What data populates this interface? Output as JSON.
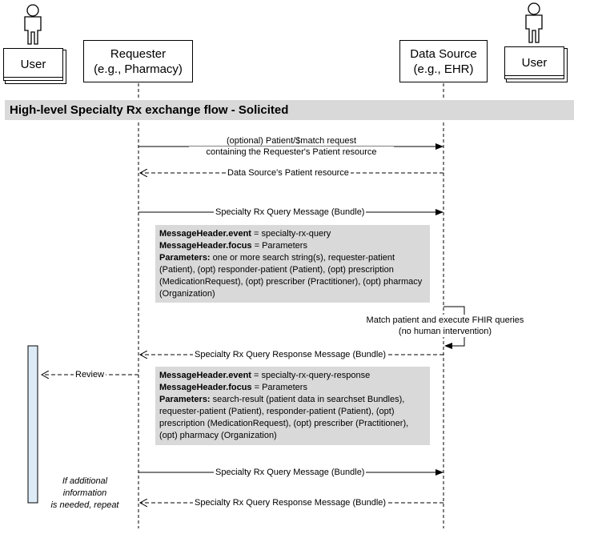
{
  "actors": {
    "user_left": "User",
    "requester_line1": "Requester",
    "requester_line2": "(e.g., Pharmacy)",
    "datasource_line1": "Data Source",
    "datasource_line2": "(e.g., EHR)",
    "user_right": "User"
  },
  "banner": "High-level Specialty Rx exchange flow - Solicited",
  "messages": {
    "match_req_line1": "(optional) Patient/$match request",
    "match_req_line2": "containing the Requester's Patient resource",
    "patient_resource": "Data Source's Patient resource",
    "query1": "Specialty Rx Query Message (Bundle)",
    "self_line1": "Match patient and execute FHIR queries",
    "self_line2": "(no human intervention)",
    "response1": "Specialty Rx Query Response Message (Bundle)",
    "review": "Review",
    "query2": "Specialty Rx Query Message (Bundle)",
    "response2": "Specialty Rx Query Response Message (Bundle)"
  },
  "note1": {
    "event_key": "MessageHeader.event",
    "event_val": " = specialty-rx-query",
    "focus_key": "MessageHeader.focus",
    "focus_val": " = Parameters",
    "params_key": "Parameters:",
    "params_val": " one or more search string(s), requester-patient (Patient), (opt) responder-patient (Patient), (opt) prescription (MedicationRequest), (opt) prescriber (Practitioner), (opt) pharmacy (Organization)"
  },
  "note2": {
    "event_key": "MessageHeader.event",
    "event_val": " = specialty-rx-query-response",
    "focus_key": "MessageHeader.focus",
    "focus_val": " = Parameters",
    "params_key": "Parameters:",
    "params_val": " search-result (patient data in searchset Bundles), requester-patient (Patient), responder-patient (Patient), (opt) prescription (MedicationRequest), (opt) prescriber (Practitioner), (opt) pharmacy (Organization)"
  },
  "repeat_note": {
    "line1": "If additional",
    "line2": "information",
    "line3": "is needed, repeat"
  },
  "colors": {
    "banner": "#d9d9d9",
    "note": "#d9d9d9",
    "activation": "#ddebf7"
  }
}
